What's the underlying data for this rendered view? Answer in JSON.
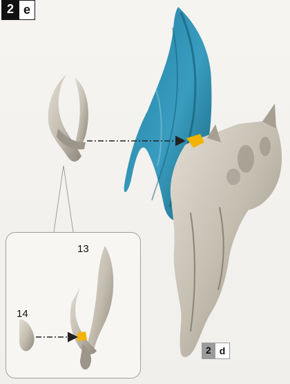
{
  "steps": {
    "top": {
      "number": "2",
      "letter": "e"
    },
    "bottom": {
      "number": "2",
      "letter": "d"
    }
  },
  "parts": {
    "horn": "13",
    "base": "14"
  },
  "colors": {
    "cloak": "#2f8fb0",
    "model": "#c7c1b6",
    "highlight": "#f2b400",
    "arrow": "#222222"
  }
}
